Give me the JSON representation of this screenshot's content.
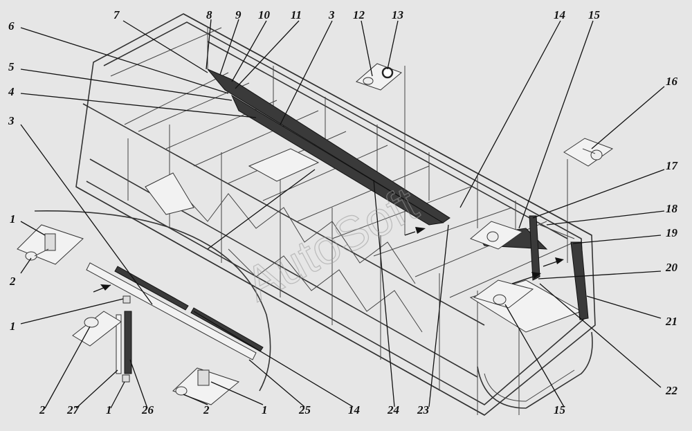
{
  "watermark": "AutoSoft",
  "callouts": [
    {
      "id": "c7",
      "text": "7"
    },
    {
      "id": "c8",
      "text": "8"
    },
    {
      "id": "c9",
      "text": "9"
    },
    {
      "id": "c10",
      "text": "10"
    },
    {
      "id": "c11",
      "text": "11"
    },
    {
      "id": "c3a",
      "text": "3"
    },
    {
      "id": "c12",
      "text": "12"
    },
    {
      "id": "c13",
      "text": "13"
    },
    {
      "id": "c14a",
      "text": "14"
    },
    {
      "id": "c15a",
      "text": "15"
    },
    {
      "id": "c6",
      "text": "6"
    },
    {
      "id": "c5",
      "text": "5"
    },
    {
      "id": "c4",
      "text": "4"
    },
    {
      "id": "c3b",
      "text": "3"
    },
    {
      "id": "c16",
      "text": "16"
    },
    {
      "id": "c17",
      "text": "17"
    },
    {
      "id": "c18",
      "text": "18"
    },
    {
      "id": "c19",
      "text": "19"
    },
    {
      "id": "c1a",
      "text": "1"
    },
    {
      "id": "c2a",
      "text": "2"
    },
    {
      "id": "c20",
      "text": "20"
    },
    {
      "id": "c1b",
      "text": "1"
    },
    {
      "id": "c21",
      "text": "21"
    },
    {
      "id": "c22",
      "text": "22"
    },
    {
      "id": "c2b",
      "text": "2"
    },
    {
      "id": "c27",
      "text": "27"
    },
    {
      "id": "c1c",
      "text": "1"
    },
    {
      "id": "c26",
      "text": "26"
    },
    {
      "id": "c2c",
      "text": "2"
    },
    {
      "id": "c1d",
      "text": "1"
    },
    {
      "id": "c25",
      "text": "25"
    },
    {
      "id": "c14b",
      "text": "14"
    },
    {
      "id": "c24",
      "text": "24"
    },
    {
      "id": "c23",
      "text": "23"
    },
    {
      "id": "c15b",
      "text": "15"
    }
  ]
}
